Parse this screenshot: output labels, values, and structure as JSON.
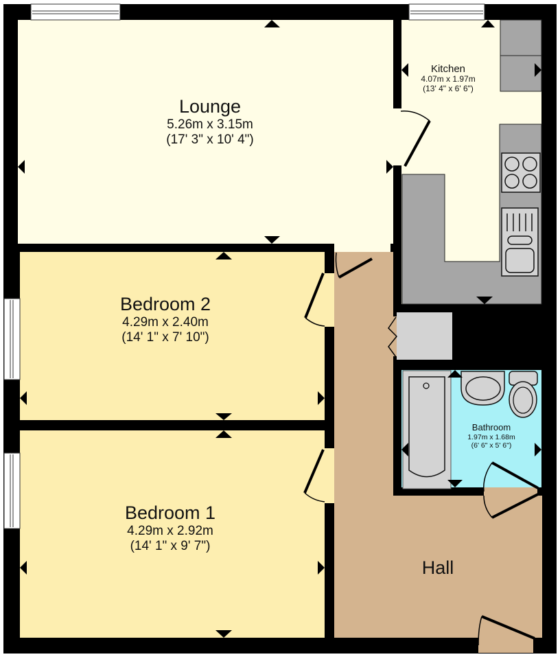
{
  "floorplan": {
    "colors": {
      "wall": "#000000",
      "lounge": "#fffde6",
      "kitchen": "#fffde6",
      "bedroom": "#fdeeb0",
      "hall": "#d4b48f",
      "bathroom": "#a9f1f7",
      "worktop": "#a6a6a6",
      "fixture": "#d3d3d3",
      "window": "#ffffff"
    },
    "rooms": [
      {
        "id": "lounge",
        "name": "Lounge",
        "metric": "5.26m x 3.15m",
        "imperial": "(17' 3\" x 10' 4\")"
      },
      {
        "id": "kitchen",
        "name": "Kitchen",
        "metric": "4.07m x 1.97m",
        "imperial": "(13' 4\" x 6' 6\")"
      },
      {
        "id": "bedroom2",
        "name": "Bedroom 2",
        "metric": "4.29m x 2.40m",
        "imperial": "(14' 1\" x 7' 10\")"
      },
      {
        "id": "bedroom1",
        "name": "Bedroom 1",
        "metric": "4.29m x 2.92m",
        "imperial": "(14' 1\" x 9' 7\")"
      },
      {
        "id": "bathroom",
        "name": "Bathroom",
        "metric": "1.97m x 1.68m",
        "imperial": "(6' 6\" x 5' 6\")"
      },
      {
        "id": "hall",
        "name": "Hall"
      }
    ]
  }
}
